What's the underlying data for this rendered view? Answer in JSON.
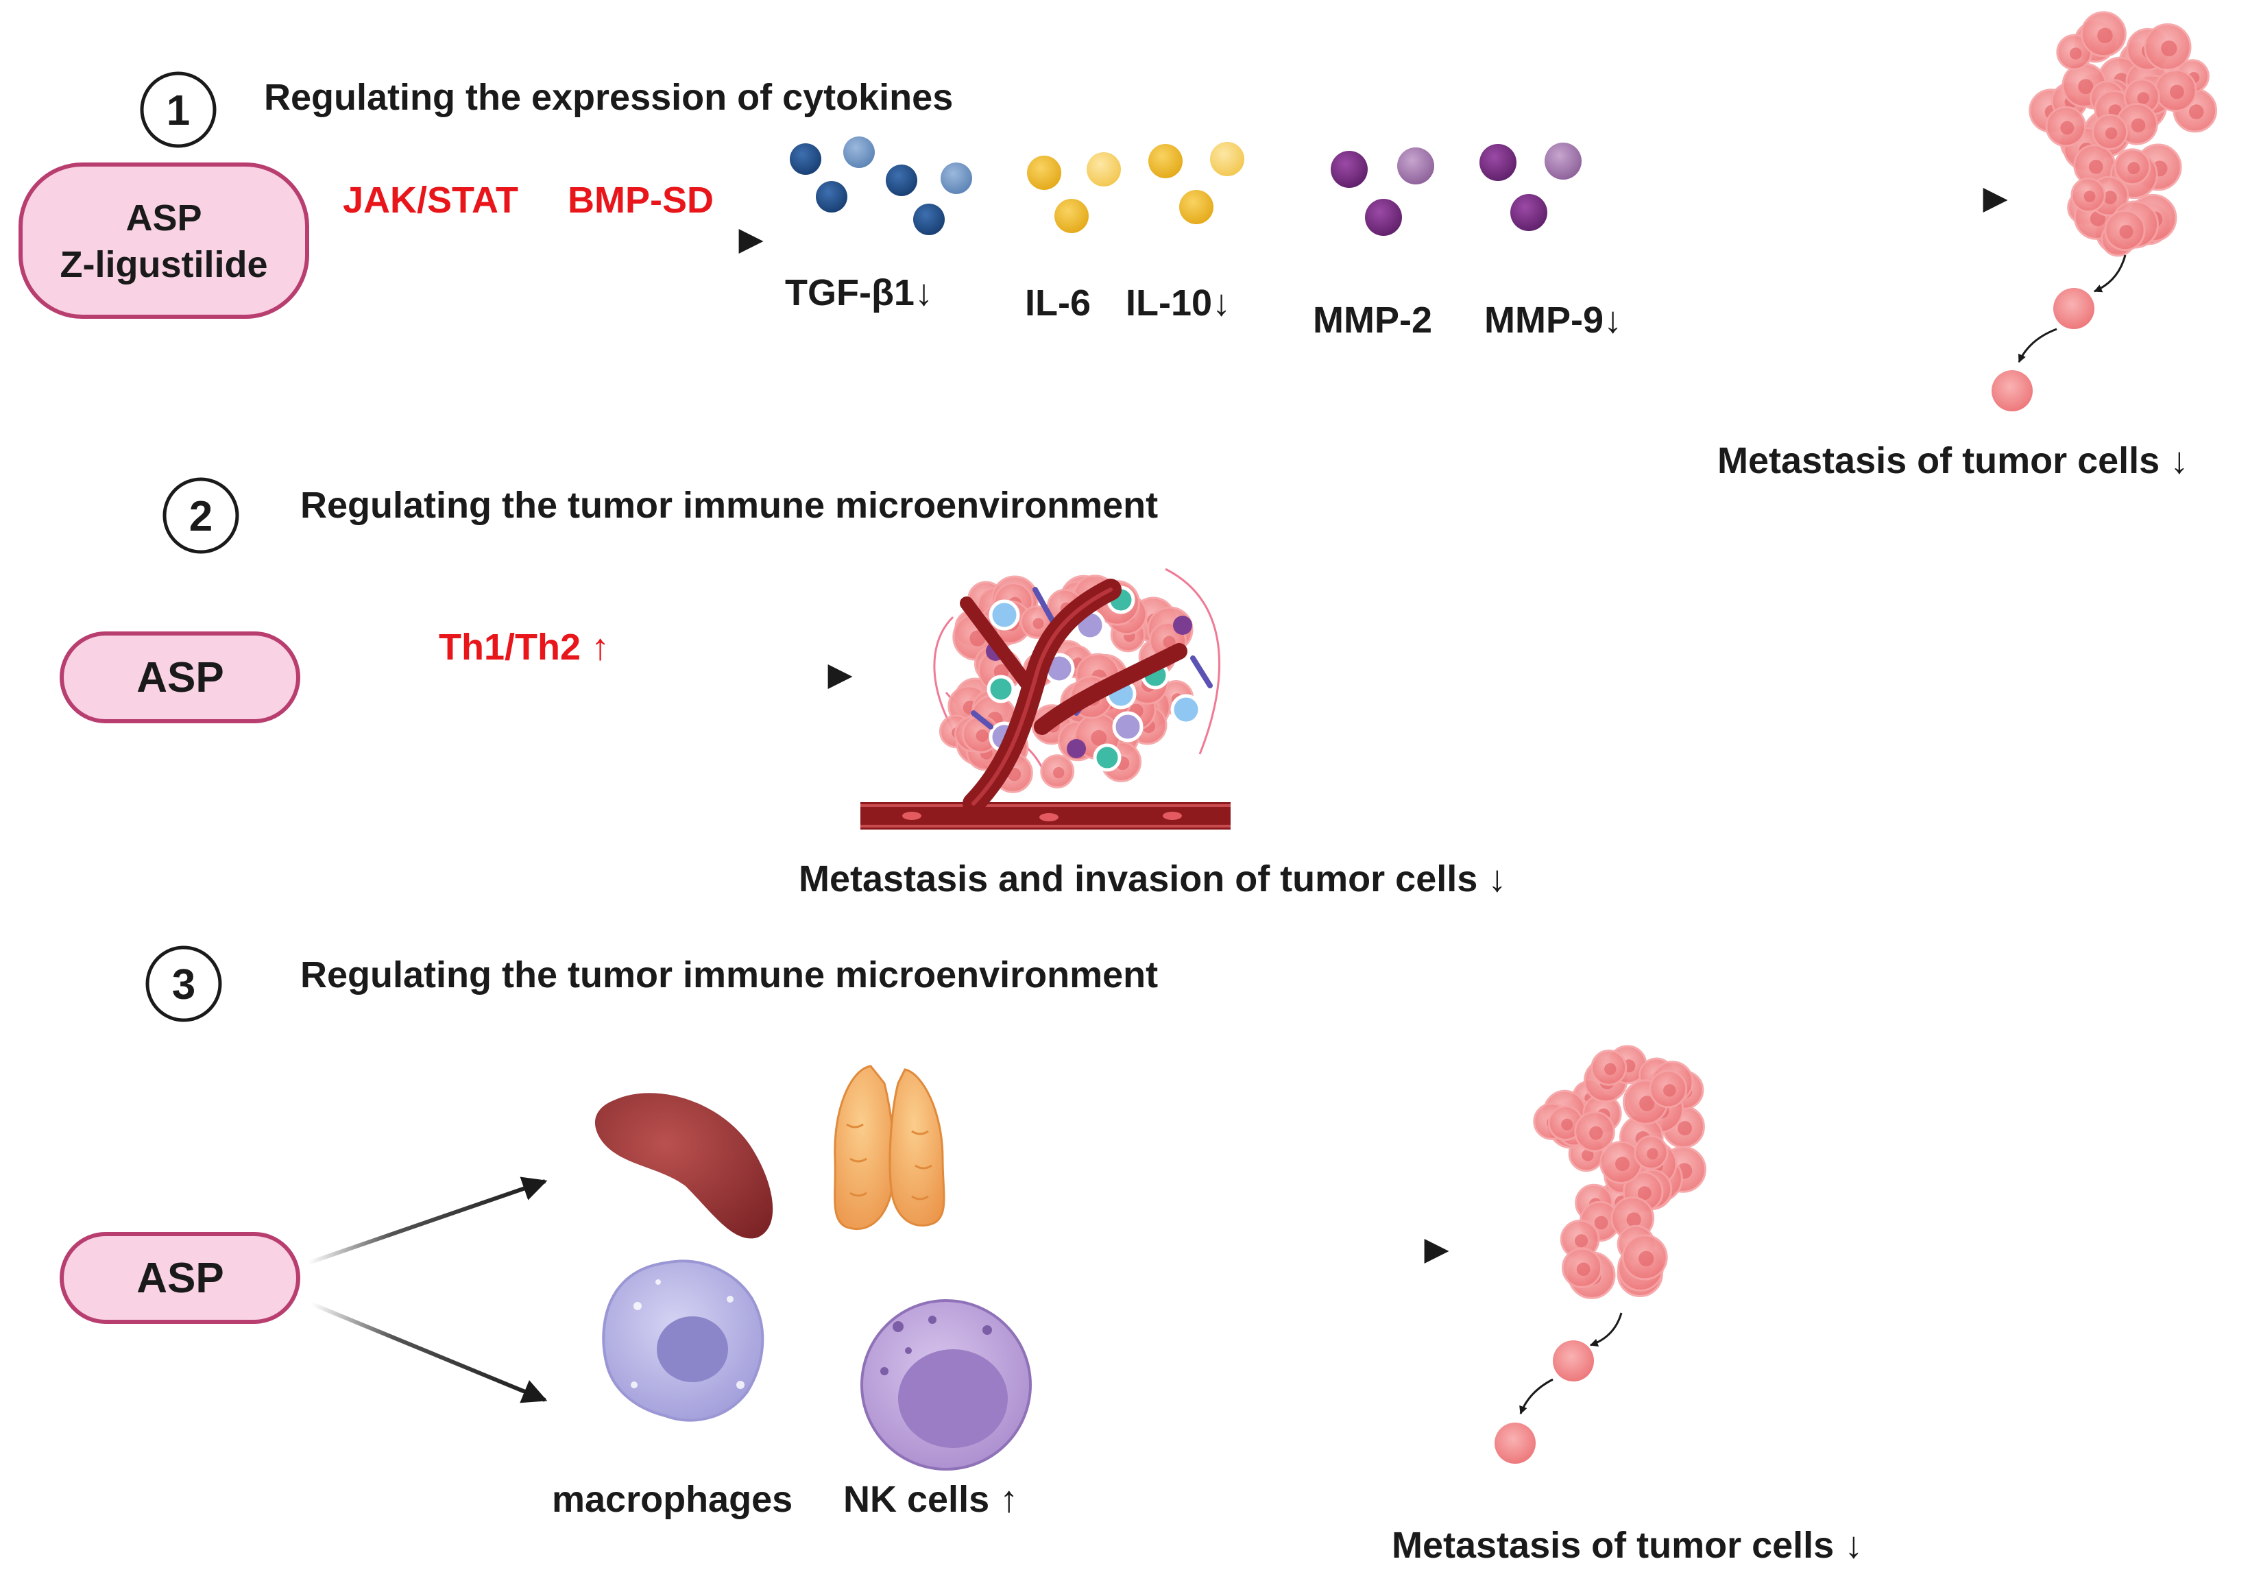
{
  "colors": {
    "text": "#1a1a1a",
    "pathway": "#e8161b",
    "pill_fill": "#f9d2e4",
    "pill_stroke": "#b83e70",
    "tgf_dark": "#1f4f8c",
    "tgf_light": "#6e95c4",
    "il_dark": "#f0bc2a",
    "il_light": "#f8d56c",
    "mmp_dark": "#7a2b83",
    "mmp_light": "#a57cb0",
    "tumor": "#f3898c",
    "vessel": "#8e1a1e",
    "spleen": "#9b3a3a",
    "thymus": "#f3a95e",
    "macrophage": "#b9b6e6",
    "nk_cell": "#bfa6dd"
  },
  "section1": {
    "number": "1",
    "title": "Regulating the expression of cytokines",
    "drug_line1": "ASP",
    "drug_line2": "Z-ligustilide",
    "pathway1": "JAK/STAT",
    "pathway2": "BMP-SD",
    "cytokine_tgf": "TGF-β1↓",
    "cytokine_il6": "IL-6",
    "cytokine_il10": "IL-10↓",
    "cytokine_mmp2": "MMP-2",
    "cytokine_mmp9": "MMP-9↓",
    "outcome": "Metastasis of tumor cells ↓",
    "icons": [
      "molecule-icon",
      "tumor-cluster-icon"
    ]
  },
  "section2": {
    "number": "2",
    "title": "Regulating the tumor immune microenvironment",
    "drug": "ASP",
    "pathway": "Th1/Th2 ↑",
    "outcome": "Metastasis and invasion of tumor cells ↓",
    "icons": [
      "tumor-microenvironment-icon",
      "blood-vessel-icon"
    ]
  },
  "section3": {
    "number": "3",
    "title": "Regulating the tumor immune microenvironment",
    "drug": "ASP",
    "cell_macrophages": "macrophages",
    "cell_nk": "NK cells ↑",
    "outcome": "Metastasis of tumor cells ↓",
    "icons": [
      "spleen-icon",
      "thymus-icon",
      "macrophage-icon",
      "nk-cell-icon",
      "tumor-cluster-icon"
    ]
  }
}
